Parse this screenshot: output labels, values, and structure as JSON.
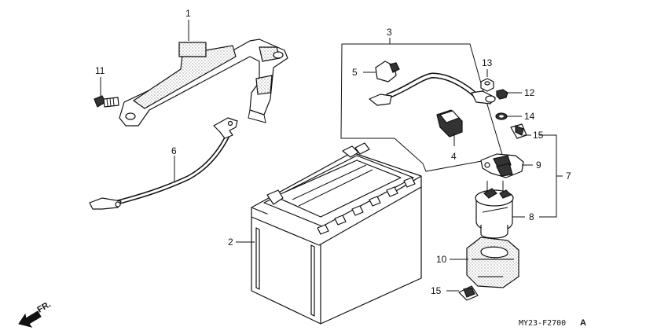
{
  "callouts": {
    "c1": "1",
    "c2": "2",
    "c3": "3",
    "c4": "4",
    "c5": "5",
    "c6": "6",
    "c7": "7",
    "c8": "8",
    "c9": "9",
    "c10": "10",
    "c11": "11",
    "c12": "12",
    "c13": "13",
    "c14": "14",
    "c15a": "15",
    "c15b": "15"
  },
  "diagram_code": "MY23-F2700",
  "diagram_code_suffix": "A",
  "front_label": "FR.",
  "icons": {
    "front": "front-arrow-icon"
  }
}
